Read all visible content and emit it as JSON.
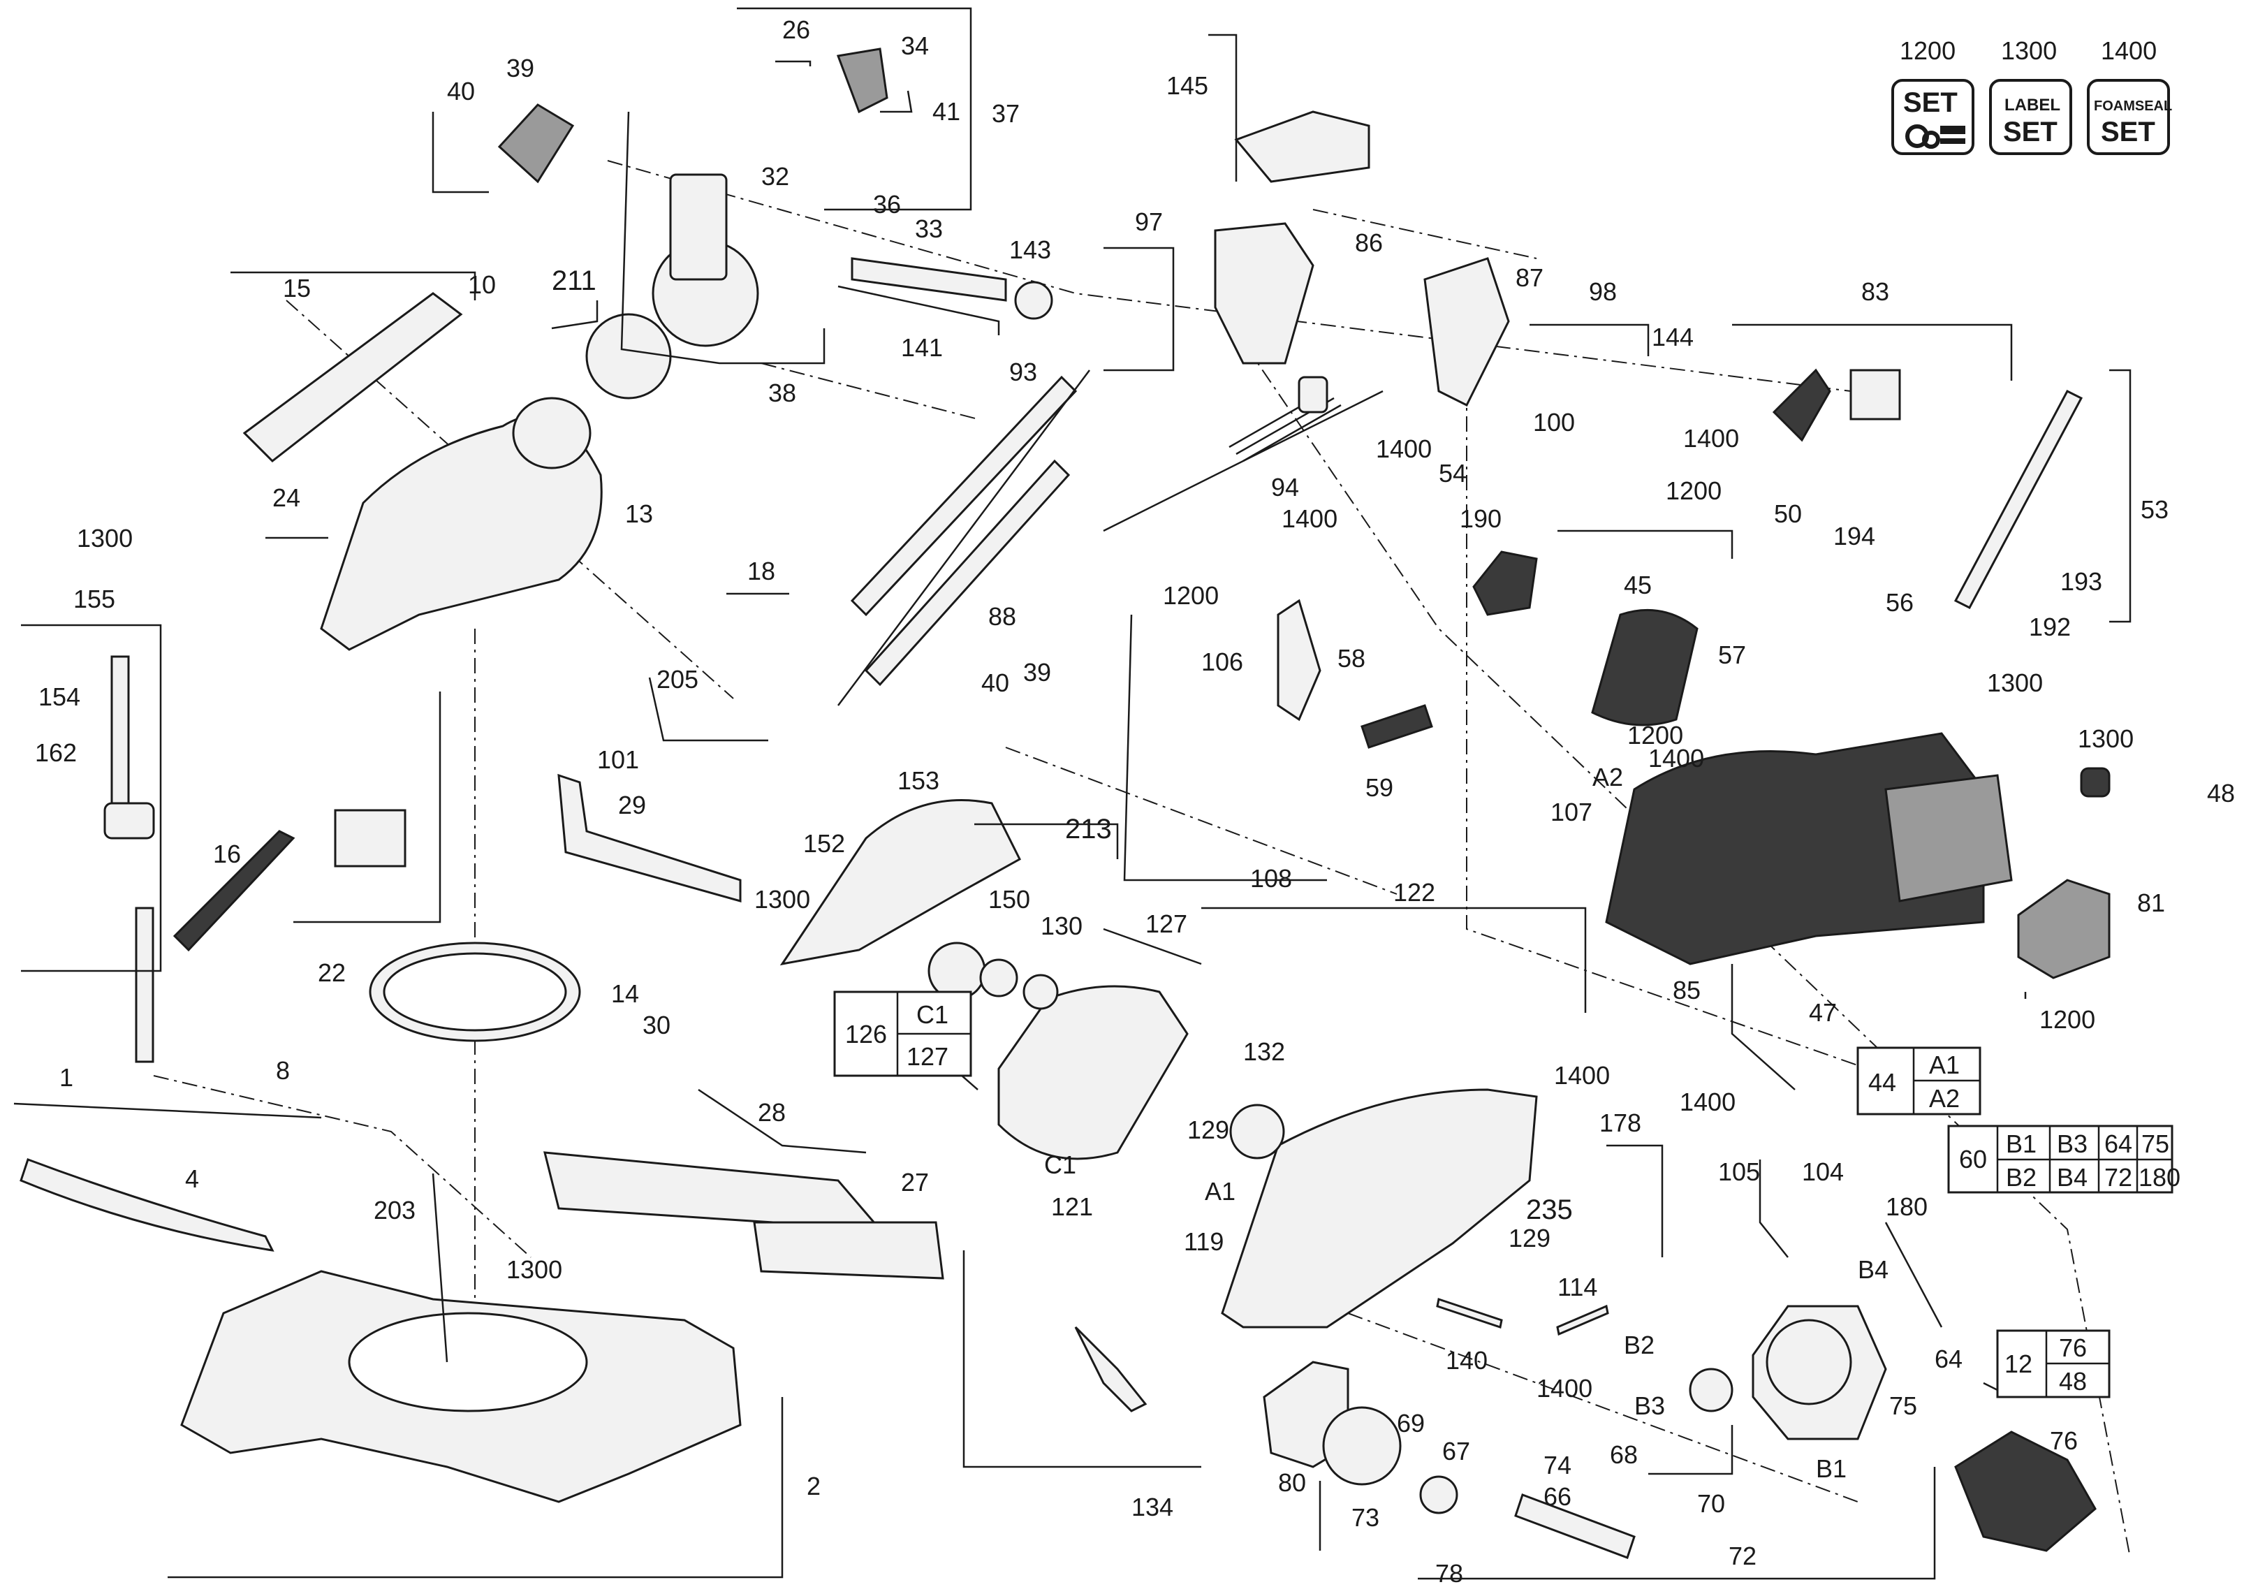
{
  "diagram": {
    "labels": {
      "l40a": "40",
      "l39a": "39",
      "l26": "26",
      "l34": "34",
      "l37": "37",
      "l41": "41",
      "l32": "32",
      "l36": "36",
      "l33": "33",
      "l143": "143",
      "l141": "141",
      "l38": "38",
      "l15": "15",
      "l10": "10",
      "l211": "211",
      "l13": "13",
      "l1300a": "1300",
      "l24": "24",
      "l155": "155",
      "l154": "154",
      "l162": "162",
      "l18": "18",
      "l205": "205",
      "l101": "101",
      "l93": "93",
      "l88": "88",
      "l29": "29",
      "l16": "16",
      "l22": "22",
      "l14": "14",
      "l8": "8",
      "l1": "1",
      "l4": "4",
      "l30": "30",
      "l28": "28",
      "l27": "27",
      "l203": "203",
      "l1300b": "1300",
      "l2": "2",
      "l145": "145",
      "l97": "97",
      "l86": "86",
      "l87": "87",
      "l98": "98",
      "l144": "144",
      "l83": "83",
      "l94": "94",
      "l100": "100",
      "l1400a": "1400",
      "l1400b": "1400",
      "l54": "54",
      "l1400c": "1400",
      "l190": "190",
      "l1200a": "1200",
      "l50": "50",
      "l53": "53",
      "l194": "194",
      "l193": "193",
      "l45": "45",
      "l56": "56",
      "l192": "192",
      "l57": "57",
      "l1200b": "1200",
      "l106": "106",
      "l58": "58",
      "l1300c": "1300",
      "l1200c": "1200",
      "l1400d": "1400",
      "l1300d": "1300",
      "l59": "59",
      "la2": "A2",
      "l48": "48",
      "l107": "107",
      "l108": "108",
      "l40b": "40",
      "l39b": "39",
      "l153": "153",
      "l213": "213",
      "l152": "152",
      "l1300e": "1300",
      "l150": "150",
      "l130": "130",
      "l127": "127",
      "l122": "122",
      "l81": "81",
      "l85": "85",
      "l47": "47",
      "l1200d": "1200",
      "l132": "132",
      "l1400e": "1400",
      "l1400f": "1400",
      "l129a": "129",
      "lc1": "C1",
      "l121": "121",
      "la1": "A1",
      "l178": "178",
      "l235": "235",
      "l104": "104",
      "l105": "105",
      "l180": "180",
      "l119": "119",
      "l129b": "129",
      "l114": "114",
      "l134": "134",
      "lb4": "B4",
      "lb2": "B2",
      "l140": "140",
      "l1400g": "1400",
      "lb3": "B3",
      "l64": "64",
      "l75": "75",
      "l76": "76",
      "l80": "80",
      "l69": "69",
      "l67": "67",
      "l74": "74",
      "l68": "68",
      "l66": "66",
      "l73": "73",
      "l70": "70",
      "l72": "72",
      "lb1": "B1",
      "l78": "78"
    },
    "box_126": {
      "left": "126",
      "top": "C1",
      "bottom": "127"
    },
    "box_44": {
      "left": "44",
      "top": "A1",
      "bottom": "A2"
    },
    "box_60": {
      "left": "60",
      "row1": [
        "B1",
        "B3",
        "64",
        "75"
      ],
      "row2": [
        "B2",
        "B4",
        "72",
        "180"
      ]
    },
    "box_12": {
      "left": "12",
      "top": "76",
      "bottom": "48"
    },
    "kits": [
      {
        "number": "1200",
        "line1": "SET",
        "line2": ""
      },
      {
        "number": "1300",
        "line1": "LABEL",
        "line2": "SET"
      },
      {
        "number": "1400",
        "line1": "FOAMSEAL",
        "line2": "SET"
      }
    ]
  }
}
